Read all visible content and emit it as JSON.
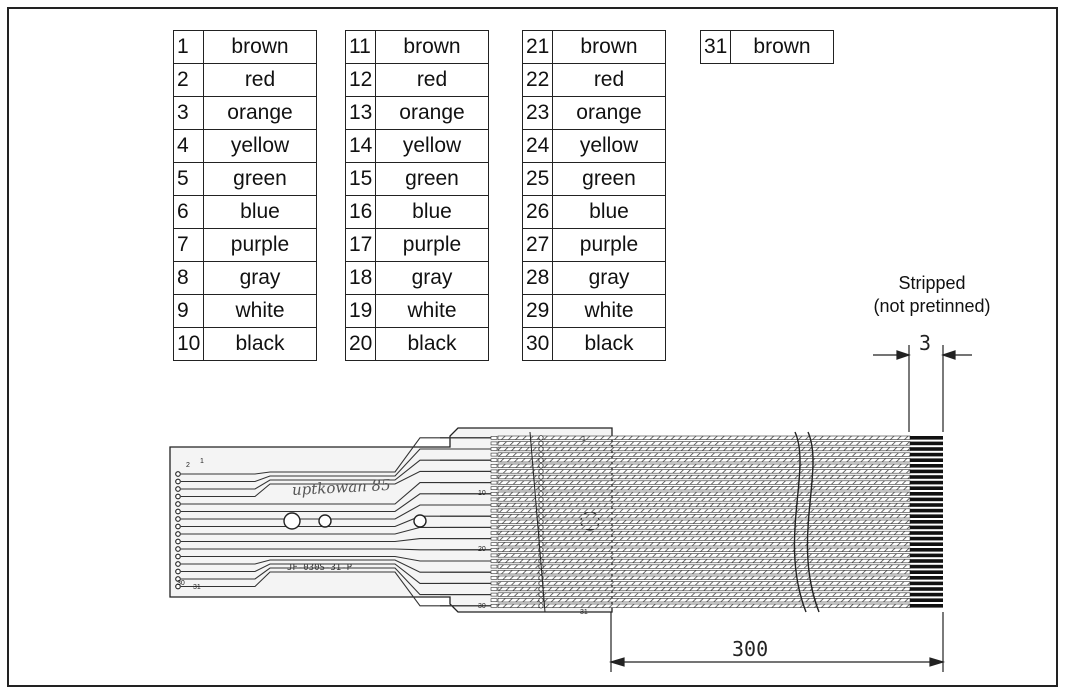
{
  "colors": {
    "line": "#222222",
    "fill": "#f2f2f2"
  },
  "color_table": [
    {
      "no": "1",
      "color": "brown"
    },
    {
      "no": "2",
      "color": "red"
    },
    {
      "no": "3",
      "color": "orange"
    },
    {
      "no": "4",
      "color": "yellow"
    },
    {
      "no": "5",
      "color": "green"
    },
    {
      "no": "6",
      "color": "blue"
    },
    {
      "no": "7",
      "color": "purple"
    },
    {
      "no": "8",
      "color": "gray"
    },
    {
      "no": "9",
      "color": "white"
    },
    {
      "no": "10",
      "color": "black"
    },
    {
      "no": "11",
      "color": "brown"
    },
    {
      "no": "12",
      "color": "red"
    },
    {
      "no": "13",
      "color": "orange"
    },
    {
      "no": "14",
      "color": "yellow"
    },
    {
      "no": "15",
      "color": "green"
    },
    {
      "no": "16",
      "color": "blue"
    },
    {
      "no": "17",
      "color": "purple"
    },
    {
      "no": "18",
      "color": "gray"
    },
    {
      "no": "19",
      "color": "white"
    },
    {
      "no": "20",
      "color": "black"
    },
    {
      "no": "21",
      "color": "brown"
    },
    {
      "no": "22",
      "color": "red"
    },
    {
      "no": "23",
      "color": "orange"
    },
    {
      "no": "24",
      "color": "yellow"
    },
    {
      "no": "25",
      "color": "green"
    },
    {
      "no": "26",
      "color": "blue"
    },
    {
      "no": "27",
      "color": "purple"
    },
    {
      "no": "28",
      "color": "gray"
    },
    {
      "no": "29",
      "color": "white"
    },
    {
      "no": "30",
      "color": "black"
    },
    {
      "no": "31",
      "color": "brown"
    }
  ],
  "stripped_label": {
    "line1": "Stripped",
    "line2": "(not pretinned)"
  },
  "dimensions": {
    "strip_length": "3",
    "cable_length": "300"
  },
  "pcb": {
    "part_number": "JF-030S-31-P",
    "brand_text": "uptkowan 85",
    "pin_labels_left": [
      "2",
      "1",
      "30",
      "31"
    ],
    "pin_labels_right": [
      "10",
      "20",
      "30"
    ],
    "pin_labels_cable": [
      "1",
      "31"
    ]
  }
}
